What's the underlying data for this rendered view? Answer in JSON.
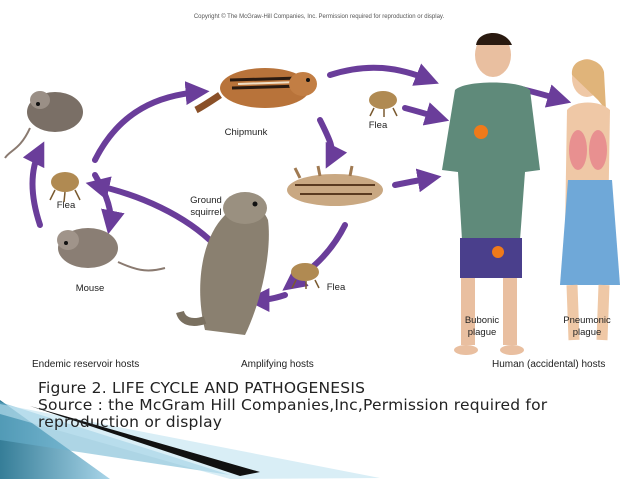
{
  "copyright": "Copyright © The McGraw-Hill Companies, Inc. Permission required for reproduction or display.",
  "labels": {
    "chipmunk": "Chipmunk",
    "flea_top": "Flea",
    "flea_left": "Flea",
    "ground_squirrel_line1": "Ground",
    "ground_squirrel_line2": "squirrel",
    "mouse": "Mouse",
    "flea_bottom": "Flea",
    "bubonic_line1": "Bubonic",
    "bubonic_line2": "plague",
    "pneumonic_line1": "Pneumonic",
    "pneumonic_line2": "plague"
  },
  "sections": {
    "endemic": "Endemic reservoir hosts",
    "amplifying": "Amplifying hosts",
    "human": "Human (accidental) hosts"
  },
  "caption": {
    "line1": "Figure 2. LIFE CYCLE AND PATHOGENESIS",
    "line2": "Source : the McGram Hill Companies,Inc,Permission required for",
    "line3": "reproduction or display"
  },
  "colors": {
    "arrow": "#6a3d9a",
    "shirt": "#5f8a7a",
    "shorts": "#4a3f8c",
    "dress": "#6fa8d8",
    "skin": "#f0c8a8",
    "infection": "#f07a1a"
  }
}
